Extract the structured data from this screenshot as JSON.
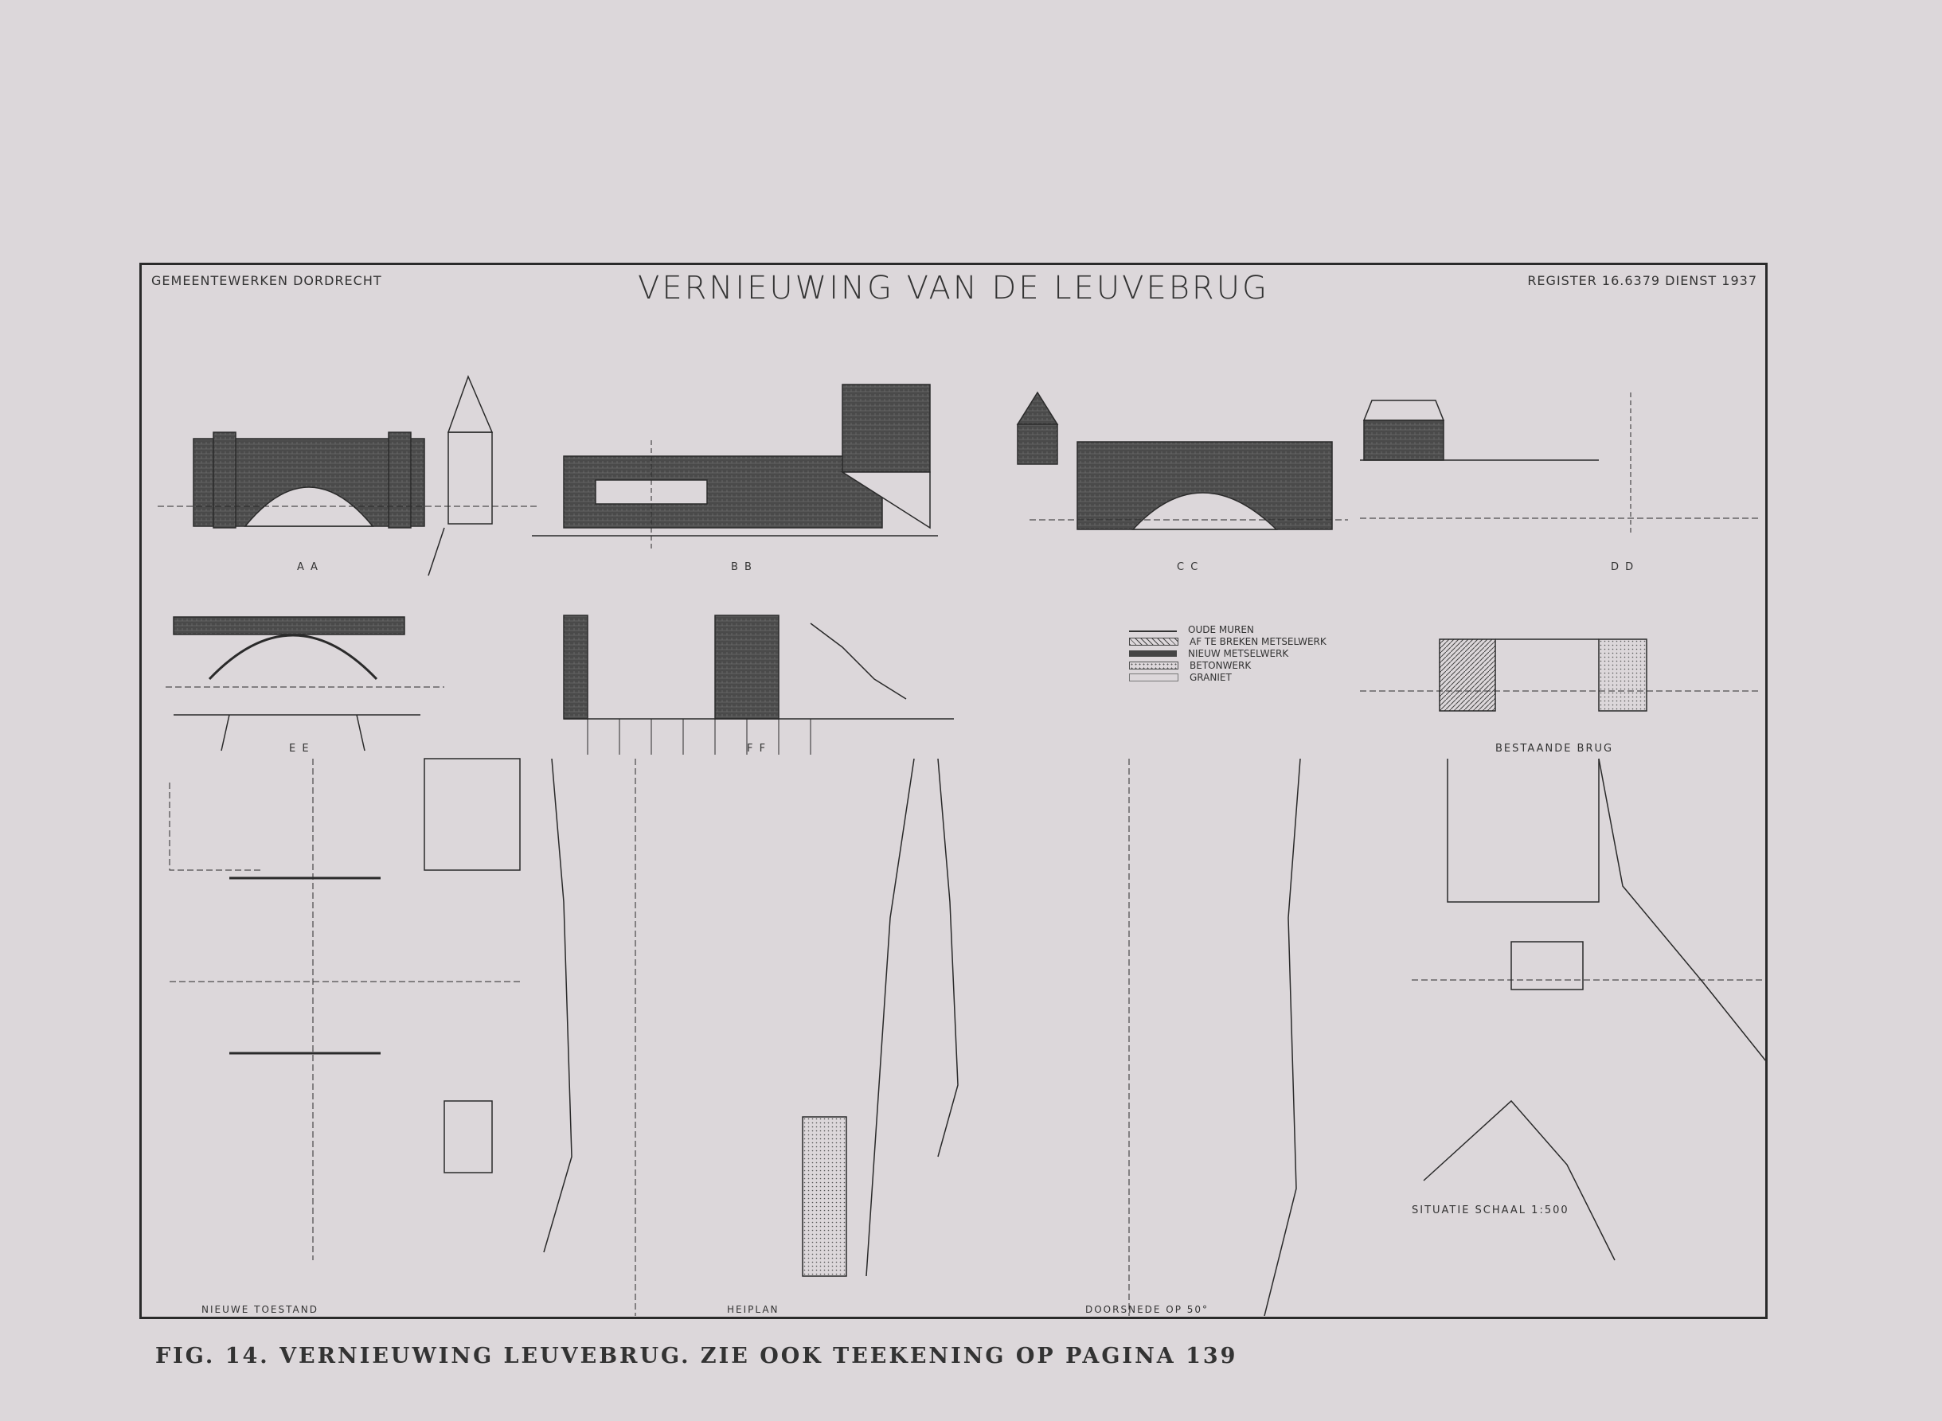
{
  "header": {
    "left": "GEMEENTEWERKEN DORDRECHT",
    "title": "VERNIEUWING VAN DE LEUVEBRUG",
    "right": "REGISTER 16.6379 DIENST 1937"
  },
  "section_labels": {
    "aa": "A A",
    "bb": "B B",
    "cc": "C C",
    "dd": "D D",
    "ee": "E E",
    "ff": "F F",
    "bestaande_brug": "BESTAANDE BRUG"
  },
  "legend": {
    "items": [
      {
        "label": "OUDE MUREN",
        "pattern": "line"
      },
      {
        "label": "AF TE BREKEN METSELWERK",
        "pattern": "hatch"
      },
      {
        "label": "NIEUW METSELWERK",
        "pattern": "solid"
      },
      {
        "label": "BETONWERK",
        "pattern": "dots"
      },
      {
        "label": "GRANIET",
        "pattern": "light"
      }
    ]
  },
  "plan_labels": {
    "nieuwe_toestand": "NIEUWE TOESTAND",
    "heiplan": "HEIPLAN",
    "doorsnede": "DOORSNEDE OP 50°",
    "situatie": "SITUATIE SCHAAL 1:500"
  },
  "caption": "FIG. 14. VERNIEUWING LEUVEBRUG. ZIE OOK TEEKENING OP PAGINA 139",
  "colors": {
    "paper": "#dcd7da",
    "ink": "#2a2a2a"
  }
}
